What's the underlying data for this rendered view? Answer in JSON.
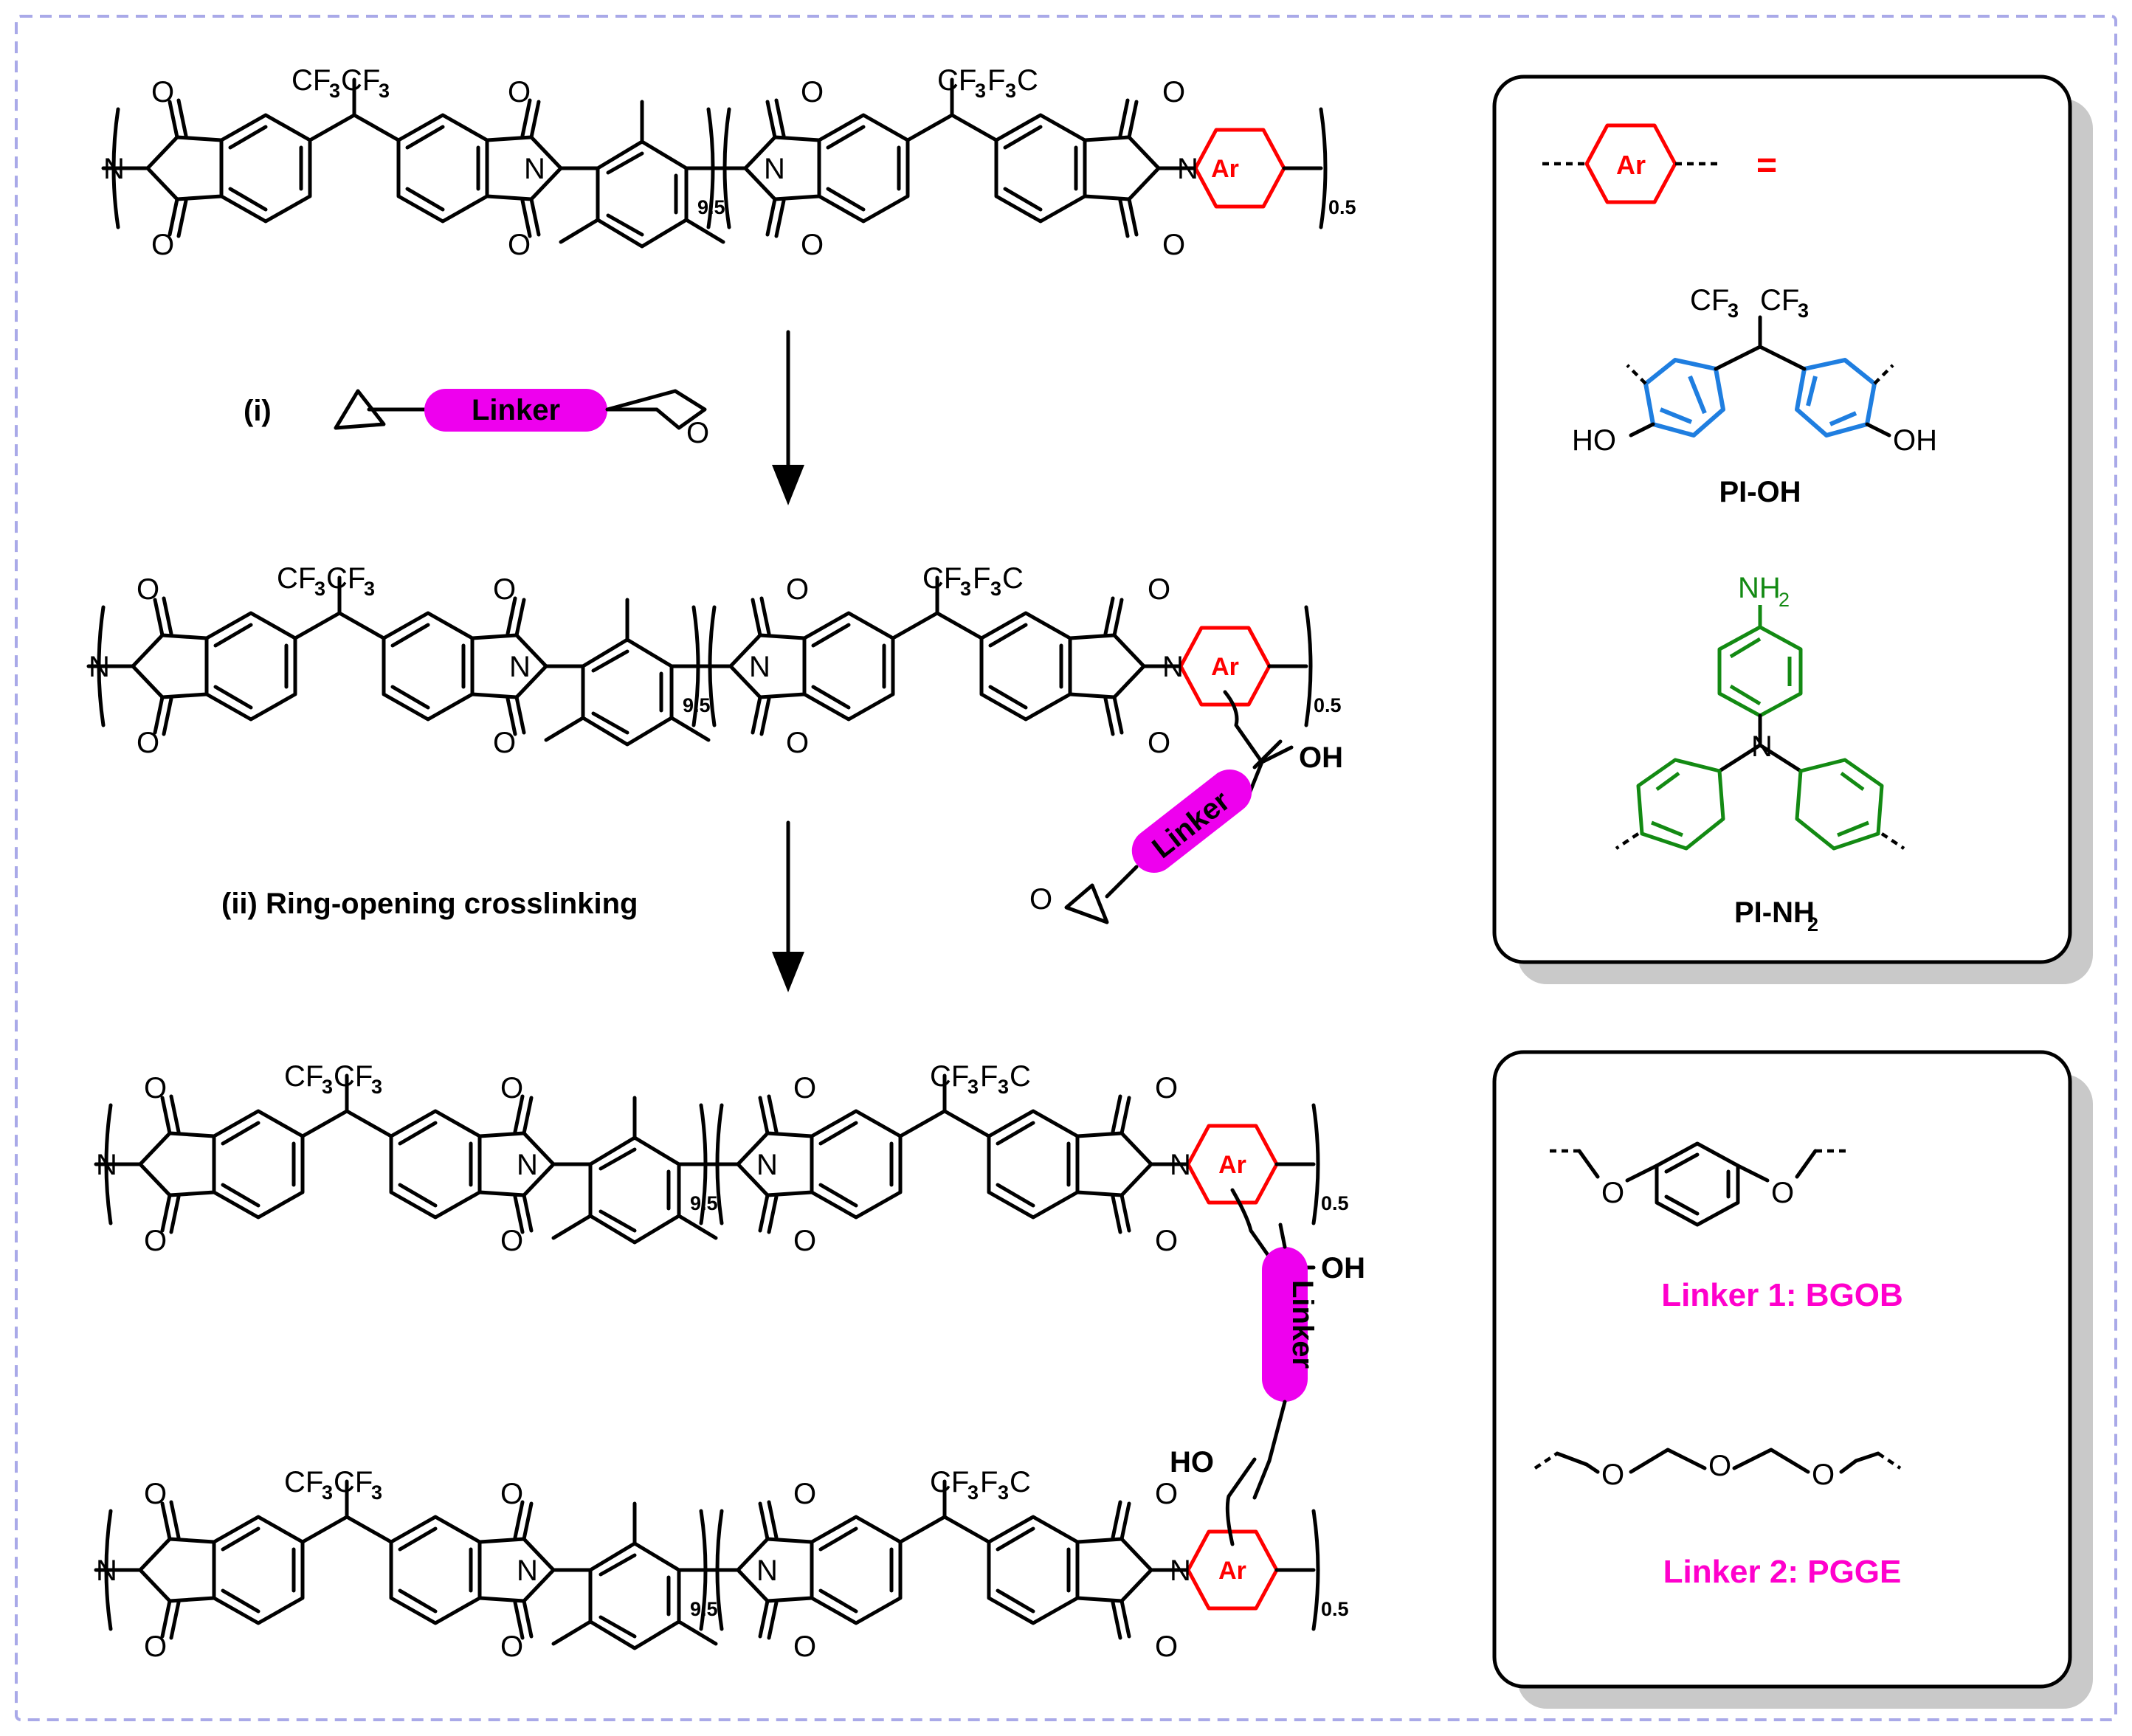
{
  "atoms": {
    "oxygen": "O",
    "nitrogen": "N",
    "ar": "Ar",
    "cf3_pair_left": "CF",
    "cf3_pair_right": "CF",
    "f3c": "F",
    "c": "C",
    "three": "3",
    "oh": "OH",
    "ho": "HO",
    "nh": "NH",
    "two": "2"
  },
  "repeat": {
    "major": "9.5",
    "minor": "0.5"
  },
  "steps": {
    "step1": "(i)",
    "step2": "(ii) Ring-opening crosslinking"
  },
  "linker_label": "Linker",
  "legend_top": {
    "equals": "=",
    "pi_oh": "PI-OH",
    "pi_nh2_prefix": "PI-NH",
    "pi_nh2_sub": "2"
  },
  "legend_bottom": {
    "linker1": "Linker 1: BGOB",
    "linker2": "Linker 2: PGGE"
  },
  "colors": {
    "ar_ring": "#ff0000",
    "linker_pill": "#ee00ee",
    "pi_oh_rings": "#1f7ee0",
    "pi_nh2_rings": "#138a13",
    "linker_labels": "#ff00cc",
    "frame_dash": "#a9a9e8"
  }
}
